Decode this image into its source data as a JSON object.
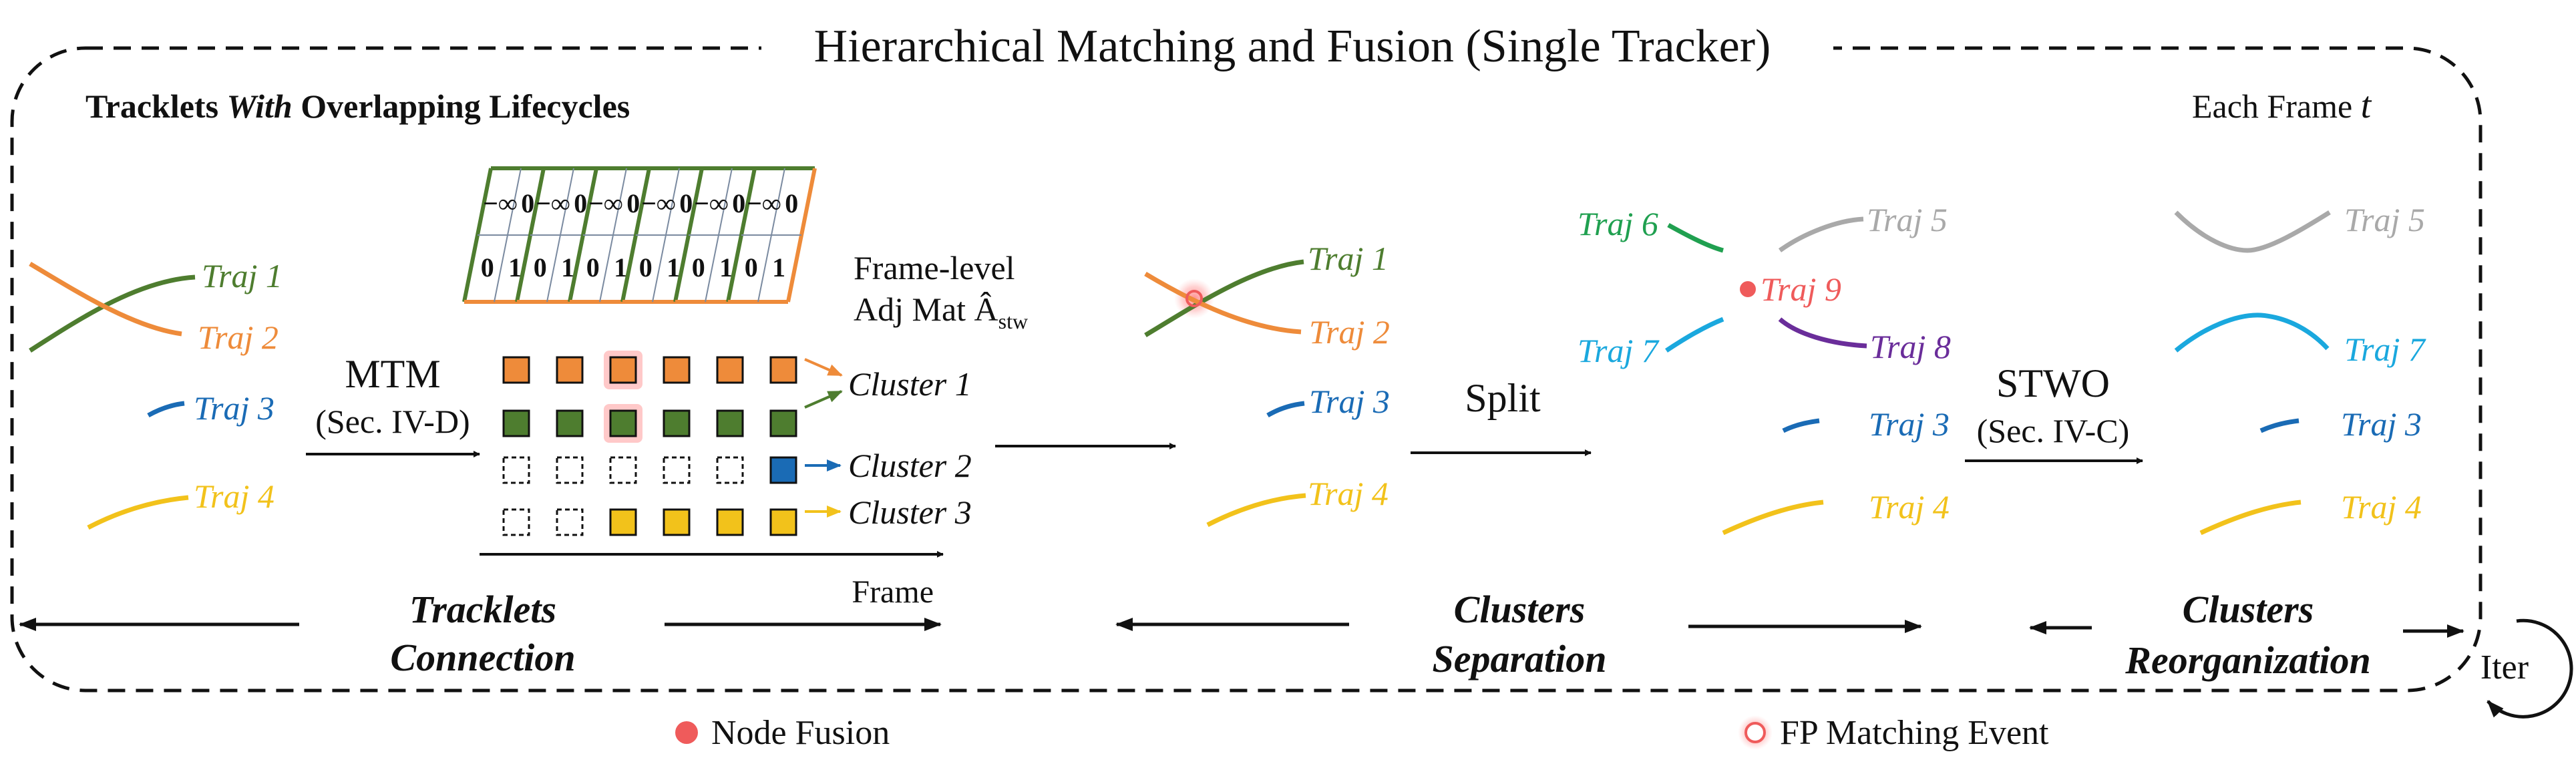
{
  "title": "Hierarchical Matching and Fusion (Single Tracker)",
  "left_header": {
    "part1": "Tracklets ",
    "part2": "With",
    "part3": " Overlapping Lifecycles"
  },
  "right_header": {
    "text": "Each Frame ",
    "var": "t"
  },
  "stage1": {
    "trajs": [
      "Traj 1",
      "Traj 2",
      "Traj 3",
      "Traj 4"
    ],
    "mtm_label": "MTM",
    "mtm_ref": "(Sec. IV-D)"
  },
  "matrix": {
    "cells": [
      [
        "−∞",
        "0"
      ],
      [
        "0",
        "1"
      ]
    ],
    "caption1": "Frame-level",
    "caption2": "Adj Mat Â",
    "caption_sub": "stw",
    "clusters": [
      "Cluster 1",
      "Cluster 2",
      "Cluster 3"
    ],
    "frame_label": "Frame"
  },
  "stage2": {
    "trajs": [
      "Traj 1",
      "Traj 2",
      "Traj 3",
      "Traj 4"
    ],
    "split_label": "Split"
  },
  "stage3": {
    "trajs": [
      "Traj 6",
      "Traj 5",
      "Traj 9",
      "Traj 7",
      "Traj 8",
      "Traj 3",
      "Traj 4"
    ],
    "stwo_label": "STWO",
    "stwo_ref": "(Sec. IV-C)"
  },
  "stage4": {
    "trajs": [
      "Traj 5",
      "Traj 7",
      "Traj 3",
      "Traj 4"
    ]
  },
  "bottom_labels": {
    "connection": [
      "Tracklets",
      "Connection"
    ],
    "separation": [
      "Clusters",
      "Separation"
    ],
    "reorganization": [
      "Clusters",
      "Reorganization"
    ],
    "iter": "Iter"
  },
  "legend": {
    "node_fusion": "Node Fusion",
    "fp_event": "FP Matching Event"
  },
  "colors": {
    "green": "#4e7d2f",
    "orange": "#ee8b3a",
    "blue": "#1a6bb5",
    "yellow": "#f2c21b",
    "gray": "#a9a9a9",
    "cyan": "#1aa8de",
    "purple": "#6a2d9a",
    "red": "#ef5b5b",
    "green2": "#20a050"
  }
}
